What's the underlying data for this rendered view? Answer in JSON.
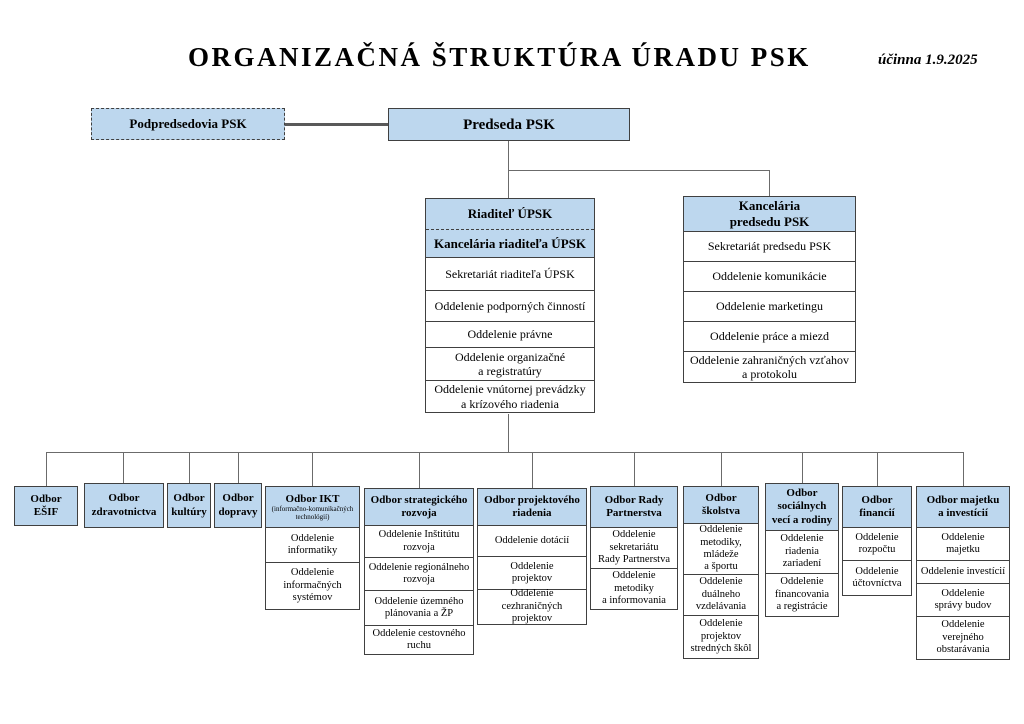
{
  "header": {
    "title": "ORGANIZAČNÁ ŠTRUKTÚRA ÚRADU PSK",
    "effective": "účinna 1.9.2025"
  },
  "top": {
    "podpredsedovia": "Podpredsedovia PSK",
    "predseda": "Predseda PSK"
  },
  "riaditel": {
    "title": "Riaditeľ ÚPSK",
    "kancelaria": "Kancelária riaditeľa ÚPSK",
    "units": [
      "Sekretariát riaditeľa ÚPSK",
      "Oddelenie podporných činností",
      "Oddelenie právne",
      "Oddelenie organizačné\na registratúry",
      "Oddelenie vnútornej  prevádzky\na krízového riadenia"
    ]
  },
  "kancelaria_predsedu": {
    "title": "Kancelária\npredsedu PSK",
    "units": [
      "Sekretariát predsedu PSK",
      "Oddelenie komunikácie",
      "Oddelenie marketingu",
      "Oddelenie  práce a miezd",
      "Oddelenie zahraničných vzťahov\na protokolu"
    ]
  },
  "departments": [
    {
      "title": "Odbor\nEŠIF",
      "units": []
    },
    {
      "title": "Odbor\nzdravotnictva",
      "units": []
    },
    {
      "title": "Odbor\nkultúry",
      "units": []
    },
    {
      "title": "Odbor\ndopravy",
      "units": []
    },
    {
      "title": "Odbor IKT",
      "subtitle": "(informačno-komunikačných\ntechnológií)",
      "units": [
        "Oddelenie\ninformatiky",
        "Oddelenie\ninformačných\nsystémov"
      ]
    },
    {
      "title": "Odbor strategického\nrozvoja",
      "units": [
        "Oddelenie Inštitútu\nrozvoja",
        "Oddelenie regionálneho\nrozvoja",
        "Oddelenie územného\nplánovania a ŽP",
        "Oddelenie cestovného\nruchu"
      ]
    },
    {
      "title": "Odbor projektového\nriadenia",
      "units": [
        "Oddelenie dotácií",
        "Oddelenie\nprojektov",
        "Oddelenie\ncezhraničných\nprojektov"
      ]
    },
    {
      "title": "Odbor Rady\nPartnerstva",
      "units": [
        "Oddelenie\nsekretariátu\nRady Partnerstva",
        "Oddelenie\nmetodiky\na informovania"
      ]
    },
    {
      "title": "Odbor\nškolstva",
      "units": [
        "Oddelenie\nmetodiky,\nmládeže\na športu",
        "Oddelenie\nduálneho\nvzdelávania",
        "Oddelenie\nprojektov\nstredných škôl"
      ]
    },
    {
      "title": "Odbor\nsociálnych\nvecí a rodiny",
      "units": [
        "Oddelenie\nriadenia\nzariadení",
        "Oddelenie\nfinancovania\na registrácie"
      ]
    },
    {
      "title": "Odbor\nfinancií",
      "units": [
        "Oddelenie\nrozpočtu",
        "Oddelenie\núčtovníctva"
      ]
    },
    {
      "title": "Odbor majetku\na investícií",
      "units": [
        "Oddelenie\nmajetku",
        "Oddelenie investícií",
        "Oddelenie\nsprávy budov",
        "Oddelenie\nverejného\nobstarávania"
      ]
    }
  ],
  "colors": {
    "box_fill": "#BDD7EE",
    "box_border": "#404040",
    "connector": "#595959"
  }
}
